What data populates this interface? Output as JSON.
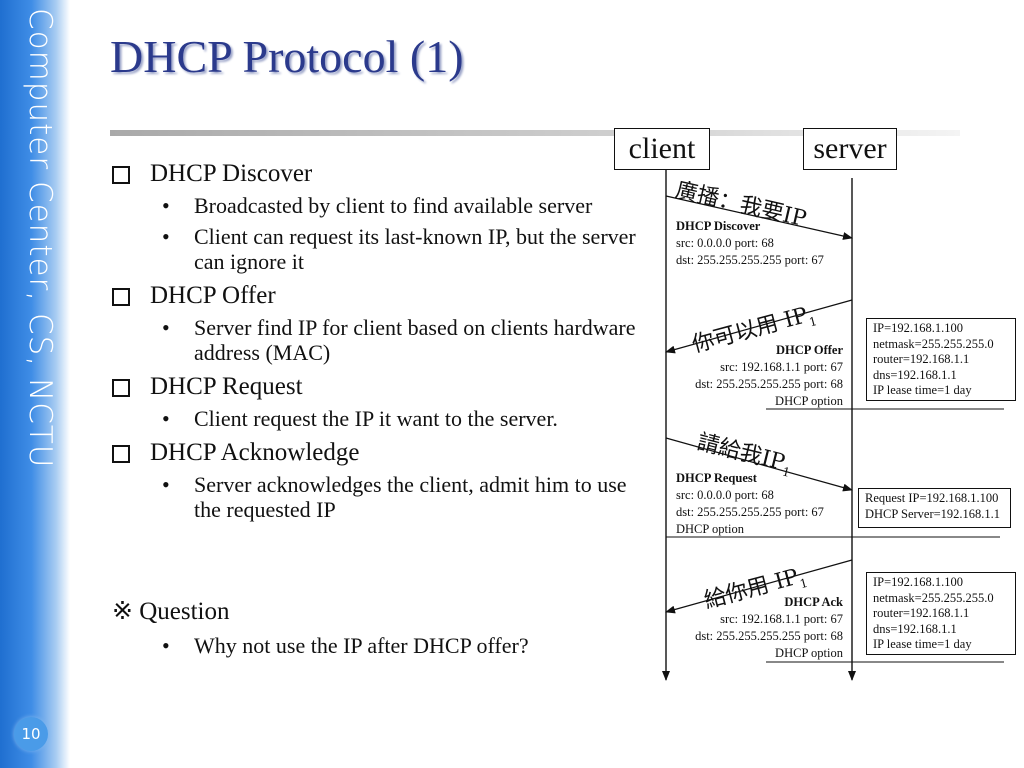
{
  "sidebar": {
    "text": "Computer Center, CS, NCTU",
    "page_number": "10"
  },
  "title": "DHCP Protocol (1)",
  "bullets": [
    {
      "heading": "DHCP Discover",
      "items": [
        "Broadcasted by client to find available server",
        "Client can request its last-known IP, but the server can ignore it"
      ]
    },
    {
      "heading": "DHCP Offer",
      "items": [
        "Server find IP for client based on clients hardware address (MAC)"
      ]
    },
    {
      "heading": "DHCP Request",
      "items": [
        "Client request the IP it want to the server."
      ]
    },
    {
      "heading": "DHCP Acknowledge",
      "items": [
        "Server acknowledges the client, admit him to use the requested IP"
      ]
    }
  ],
  "question": {
    "heading": "※ Question",
    "items": [
      "Why not use the IP after DHCP offer?"
    ]
  },
  "diagram": {
    "client_label": "client",
    "server_label": "server",
    "messages": [
      {
        "annotation": "廣播：我要IP",
        "name": "DHCP Discover",
        "lines": [
          "src: 0.0.0.0 port: 68",
          "dst: 255.255.255.255 port: 67"
        ],
        "option": ""
      },
      {
        "annotation": "你可以用 IP",
        "annotation_sub": "1",
        "name": "DHCP Offer",
        "lines": [
          "src: 192.168.1.1 port: 67",
          "dst: 255.255.255.255 port: 68"
        ],
        "option": "DHCP option",
        "info": [
          "IP=192.168.1.100",
          "netmask=255.255.255.0",
          "router=192.168.1.1",
          "dns=192.168.1.1",
          "IP lease time=1 day"
        ]
      },
      {
        "annotation": "請給我IP",
        "annotation_sub": "1",
        "name": "DHCP Request",
        "lines": [
          "src: 0.0.0.0 port: 68",
          "dst: 255.255.255.255 port: 67"
        ],
        "option": "DHCP option",
        "info": [
          "Request IP=192.168.1.100",
          "DHCP Server=192.168.1.1"
        ]
      },
      {
        "annotation": "給你用 IP",
        "annotation_sub": "1",
        "name": "DHCP Ack",
        "lines": [
          "src: 192.168.1.1 port: 67",
          "dst: 255.255.255.255 port: 68"
        ],
        "option": "DHCP option",
        "info": [
          "IP=192.168.1.100",
          "netmask=255.255.255.0",
          "router=192.168.1.1",
          "dns=192.168.1.1",
          "IP lease time=1 day"
        ]
      }
    ]
  }
}
